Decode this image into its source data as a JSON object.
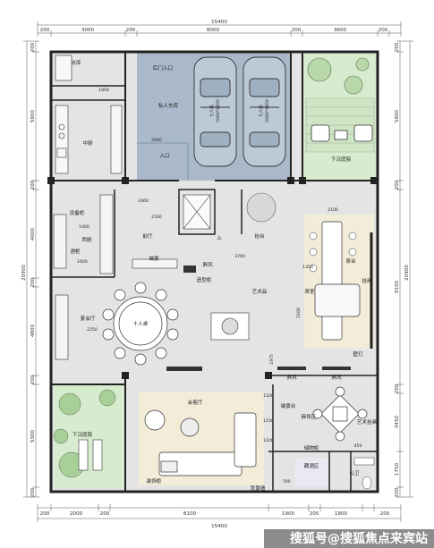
{
  "colors": {
    "garage": "#a9b9c9",
    "sunken_garden": "#d7ecce",
    "living_area": "#f3ecd9",
    "cellar": "#e9e9f4",
    "floor": "#e4e4e4",
    "wall": "#222222",
    "watermark_bg": "#000000"
  },
  "dimensions": {
    "top_total": "15400",
    "top_segments": [
      "200",
      "3000",
      "200",
      "8000",
      "200",
      "3600",
      "200"
    ],
    "bottom_total": "15400",
    "bottom_segments": [
      "200",
      "2000",
      "200",
      "8100",
      "1900",
      "200",
      "1900",
      "200"
    ],
    "left_segments": [
      "200",
      "5900",
      "200",
      "4000",
      "200",
      "4800",
      "200",
      "5300",
      "200"
    ],
    "left_total": "20900",
    "right_segments": [
      "200",
      "5900",
      "200",
      "9100",
      "200",
      "3450",
      "1750",
      "200"
    ],
    "right_total": "20900"
  },
  "rooms": {
    "cold_storage": "冰库",
    "kitchen": "中厨",
    "garage": "私人车库",
    "garage_entrance": "后门入口",
    "entrance": "入口",
    "car_1": "七人座",
    "car_1_size": "5000*1850",
    "car_2": "七人座",
    "car_2_size": "5000*1850",
    "sunken_garden_top": "下沉庭院",
    "equipment_cabinet": "设备柜",
    "western_kitchen": "西厨",
    "wine_cabinet": "酒柜",
    "foyer": "前厅",
    "landscape": "端景",
    "screen_1": "屏风",
    "display_cabinet": "造型柜",
    "platform": "上",
    "stage_deck": "抬台",
    "art_piece": "艺术品",
    "tea_room": "茶室",
    "bar_counter": "茶台",
    "tapestry": "挂画",
    "wall_lamp": "壁灯",
    "banquet_hall": "宴会厅",
    "ten_seat": "十人桌",
    "screen_2": "屏风",
    "screen_3": "屏风",
    "reception_hall": "会客厅",
    "mahjong_area": "麻将区",
    "display_stand": "端景台",
    "art_hanging": "艺术挂画",
    "sunken_garden_bottom": "下沉庭院",
    "storage_cabinet": "储物柜",
    "cellar": "藏酒区",
    "bathroom": "公卫",
    "decor_cabinet": "装饰柜",
    "feature_wall": "背景墙"
  },
  "inner_dims": {
    "d1": "1850",
    "d2": "2060",
    "d3": "2460",
    "d4": "2500",
    "d5": "1400",
    "d6": "1600",
    "d7": "3700",
    "d8": "2250",
    "d9": "2100",
    "d10": "1350",
    "d11": "2100",
    "d12": "1975",
    "d13": "1100",
    "d14": "1150",
    "d15": "450",
    "d16": "1100",
    "d17": "700"
  },
  "watermark": {
    "text": "搜狐号@搜狐焦点来宾站"
  }
}
